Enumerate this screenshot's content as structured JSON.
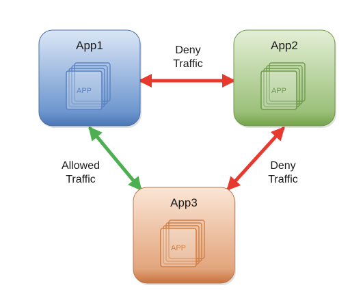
{
  "diagram": {
    "nodes": [
      {
        "id": "app1",
        "title": "App1",
        "icon_label": "APP",
        "icon": "stacked-app-icon",
        "colors": {
          "top": "#dbe6f6",
          "bottom": "#6e97cf",
          "band": "#4b77b6",
          "border": "#4a6fa5",
          "icon": "#5b83c2"
        }
      },
      {
        "id": "app2",
        "title": "App2",
        "icon_label": "APP",
        "icon": "stacked-app-icon",
        "colors": {
          "top": "#e3efd6",
          "bottom": "#9cc07a",
          "band": "#73a34b",
          "border": "#6f9a4c",
          "icon": "#6f9a4c"
        }
      },
      {
        "id": "app3",
        "title": "App3",
        "icon_label": "APP",
        "icon": "stacked-app-icon",
        "colors": {
          "top": "#fbe6d6",
          "bottom": "#e2a57c",
          "band": "#c9723f",
          "border": "#b87a52",
          "icon": "#d07f45"
        }
      }
    ],
    "edges": [
      {
        "id": "app1-app2",
        "from": "app1",
        "to": "app2",
        "label_lines": [
          "Deny",
          "Traffic"
        ],
        "status": "deny",
        "color": "#e8392e"
      },
      {
        "id": "app1-app3",
        "from": "app1",
        "to": "app3",
        "label_lines": [
          "Allowed",
          "Traffic"
        ],
        "status": "allowed",
        "color": "#4caf50"
      },
      {
        "id": "app2-app3",
        "from": "app2",
        "to": "app3",
        "label_lines": [
          "Deny",
          "Traffic"
        ],
        "status": "deny",
        "color": "#e8392e"
      }
    ]
  }
}
